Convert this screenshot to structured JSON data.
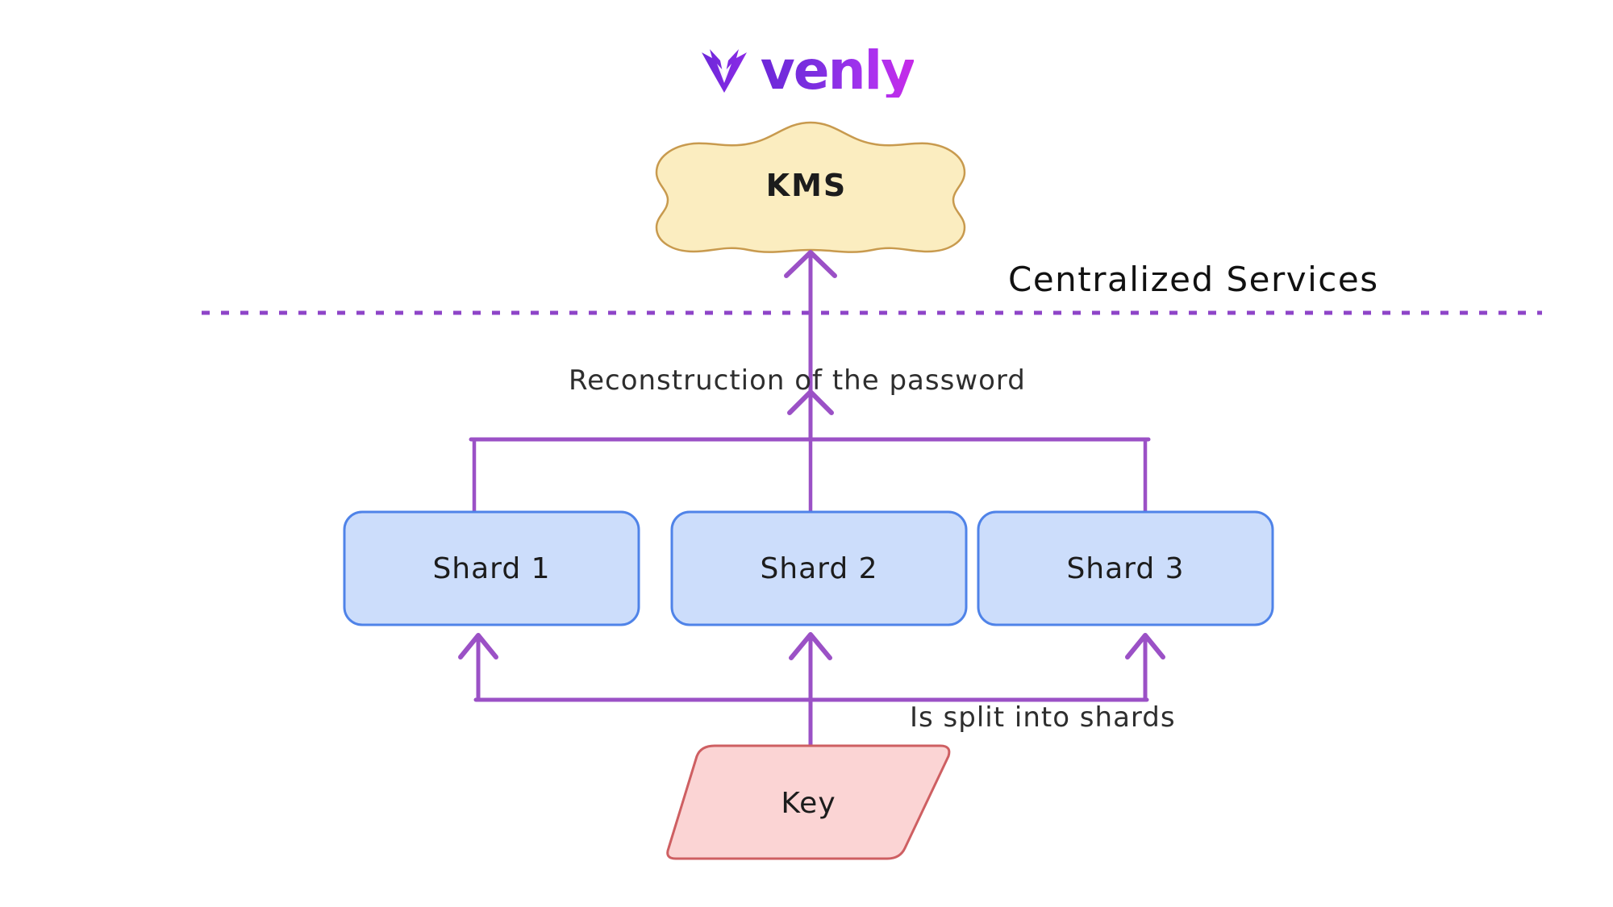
{
  "brand": {
    "name": "venly",
    "logo_icon": "venly-v-mark",
    "gradient_from": "#6d28d9",
    "gradient_to": "#c62ae8"
  },
  "zones": [
    {
      "id": "centralized",
      "label": "Centralized Services",
      "divider_style": "dashed",
      "divider_color": "#8e44c8"
    }
  ],
  "nodes": [
    {
      "id": "kms",
      "label": "KMS",
      "shape": "cloud",
      "fill": "#fbedc0",
      "stroke": "#c89a4e"
    },
    {
      "id": "shard-1",
      "label": "Shard 1",
      "shape": "rounded-rect",
      "fill": "#ccddfb",
      "stroke": "#4f83e8"
    },
    {
      "id": "shard-2",
      "label": "Shard 2",
      "shape": "rounded-rect",
      "fill": "#ccddfb",
      "stroke": "#4f83e8"
    },
    {
      "id": "shard-3",
      "label": "Shard 3",
      "shape": "rounded-rect",
      "fill": "#ccddfb",
      "stroke": "#4f83e8"
    },
    {
      "id": "key",
      "label": "Key",
      "shape": "parallelogram",
      "fill": "#fbd4d4",
      "stroke": "#ce5f62"
    }
  ],
  "edges": [
    {
      "id": "shards-to-kms",
      "from": "shards",
      "to": "kms",
      "label": "Reconstruction of the password",
      "color": "#9b51c6",
      "arrow": "up"
    },
    {
      "id": "key-to-shards",
      "from": "key",
      "to": "shards",
      "label": "Is split into shards",
      "color": "#9b51c6",
      "arrow": "up"
    }
  ],
  "edge_labels": {
    "reconstruction": "Reconstruction of the password",
    "split": "Is split into shards"
  },
  "colors": {
    "edge": "#9b51c6",
    "divider": "#8e44c8",
    "text": "#1c1c1c",
    "background": "#ffffff"
  }
}
